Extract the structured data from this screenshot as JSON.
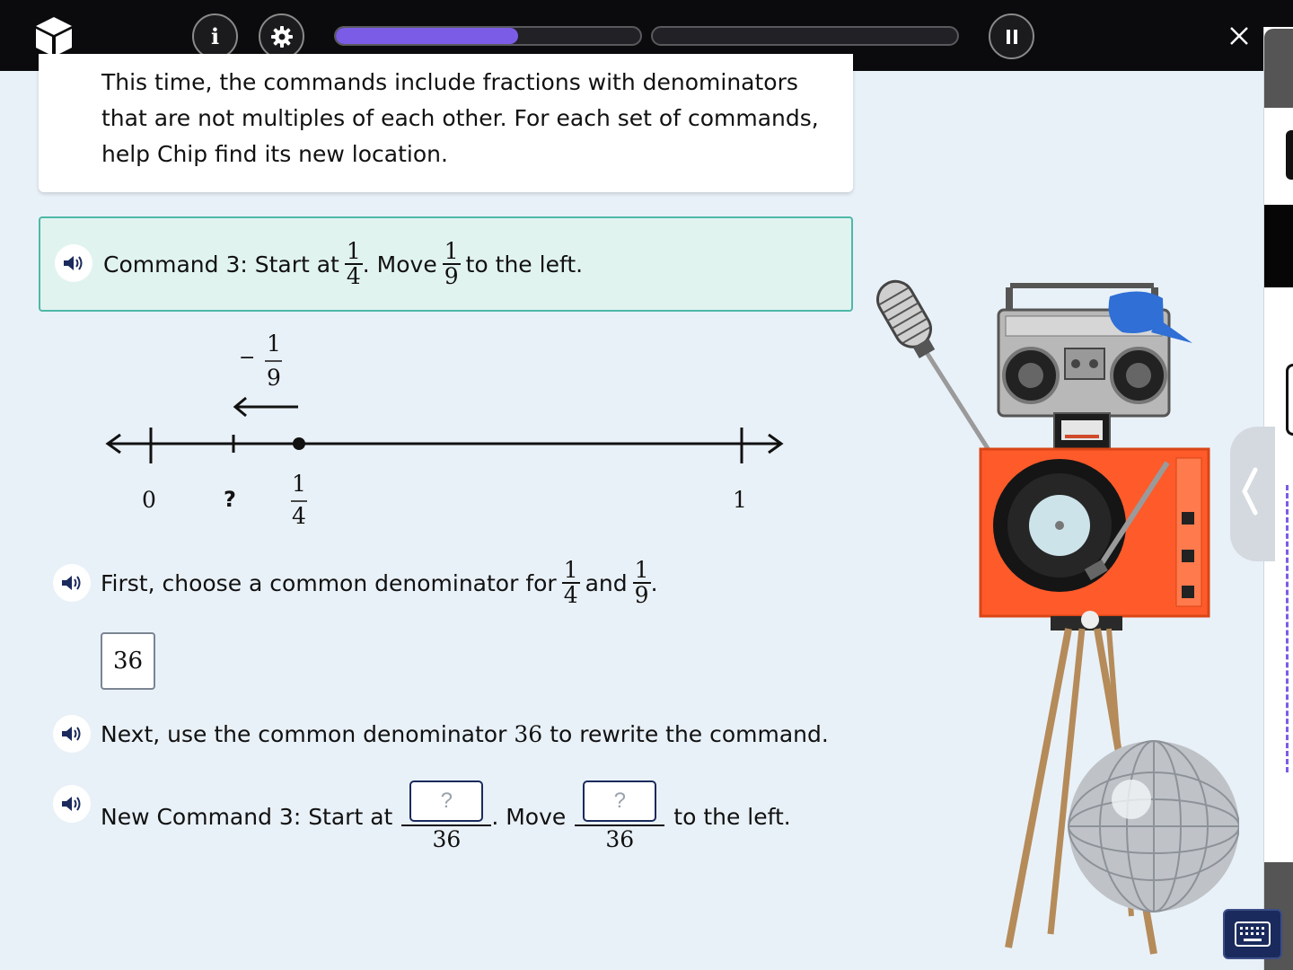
{
  "topbar": {
    "progress_1_fill": 0.6,
    "progress_2_fill": 0.0,
    "icons": {
      "logo": "cube-logo-icon",
      "info": "info-icon",
      "settings": "gear-icon",
      "pause": "pause-icon",
      "close": "close-icon"
    },
    "info_glyph": "i"
  },
  "intro": {
    "text": "This time, the commands include fractions with denominators that are not multiples of each other. For each set of commands, help Chip find its new location."
  },
  "command": {
    "prefix": "Command 3: Start at",
    "start": {
      "num": "1",
      "den": "4"
    },
    "middle": ". Move",
    "move": {
      "num": "1",
      "den": "9"
    },
    "suffix": "to the left."
  },
  "number_line": {
    "left_label": "0",
    "right_label": "1",
    "unknown_label": "?",
    "point": {
      "num": "1",
      "den": "4"
    },
    "jump": {
      "sign": "−",
      "num": "1",
      "den": "9"
    }
  },
  "question_1": {
    "prefix": "First, choose a common denominator for",
    "a": {
      "num": "1",
      "den": "4"
    },
    "and": "and",
    "b": {
      "num": "1",
      "den": "9"
    },
    "end": ".",
    "answer": "36"
  },
  "question_2": {
    "prefix": "Next, use the common denominator",
    "value": "36",
    "suffix": "to rewrite the command."
  },
  "new_command": {
    "prefix": "New Command 3: Start at",
    "start_placeholder": "?",
    "start_den": "36",
    "middle": ". Move",
    "move_placeholder": "?",
    "move_den": "36",
    "suffix": "to the left."
  },
  "colors": {
    "accent": "#7b5ce6",
    "command_border": "#4fb8a8",
    "command_bg": "#e1f3ef",
    "navy": "#1a2a5c"
  }
}
